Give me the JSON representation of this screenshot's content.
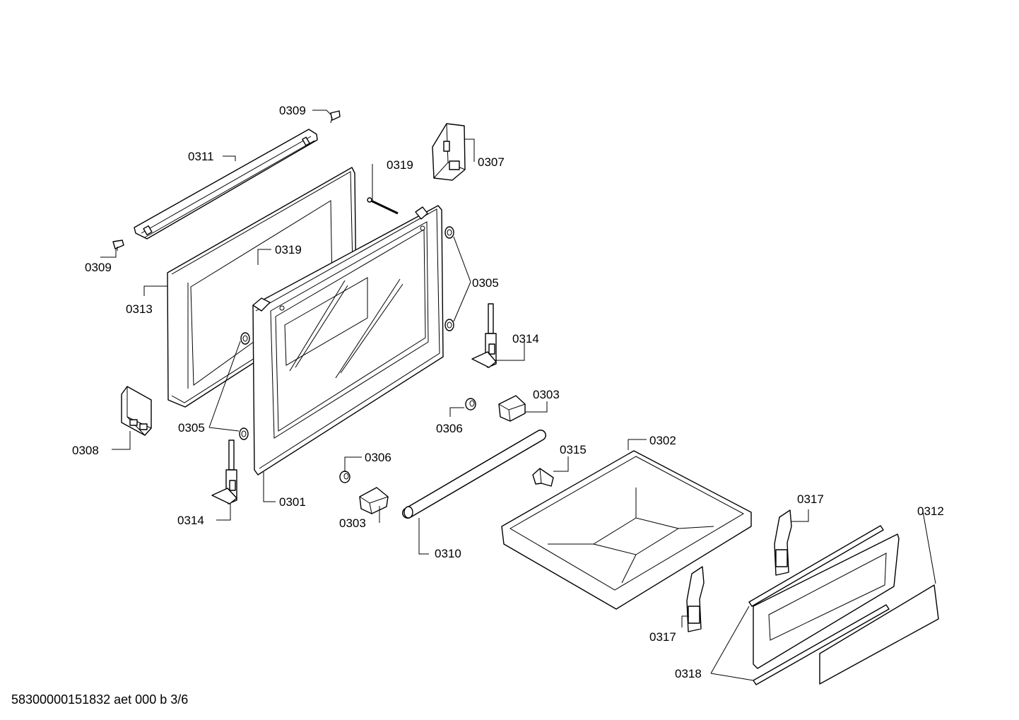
{
  "diagram": {
    "footer_text": "58300000151832 aet 000 b 3/6",
    "callouts": {
      "c0309_top": "0309",
      "c0311": "0311",
      "c0307": "0307",
      "c0319_top": "0319",
      "c0309_left": "0309",
      "c0319_mid": "0319",
      "c0305_right": "0305",
      "c0313": "0313",
      "c0314_right": "0314",
      "c0303_right": "0303",
      "c0306_right": "0306",
      "c0305_left": "0305",
      "c0308": "0308",
      "c0302": "0302",
      "c0315": "0315",
      "c0306_left": "0306",
      "c0314_left": "0314",
      "c0301": "0301",
      "c0303_left": "0303",
      "c0310": "0310",
      "c0317_top": "0317",
      "c0312": "0312",
      "c0317_bottom": "0317",
      "c0318": "0318"
    }
  }
}
